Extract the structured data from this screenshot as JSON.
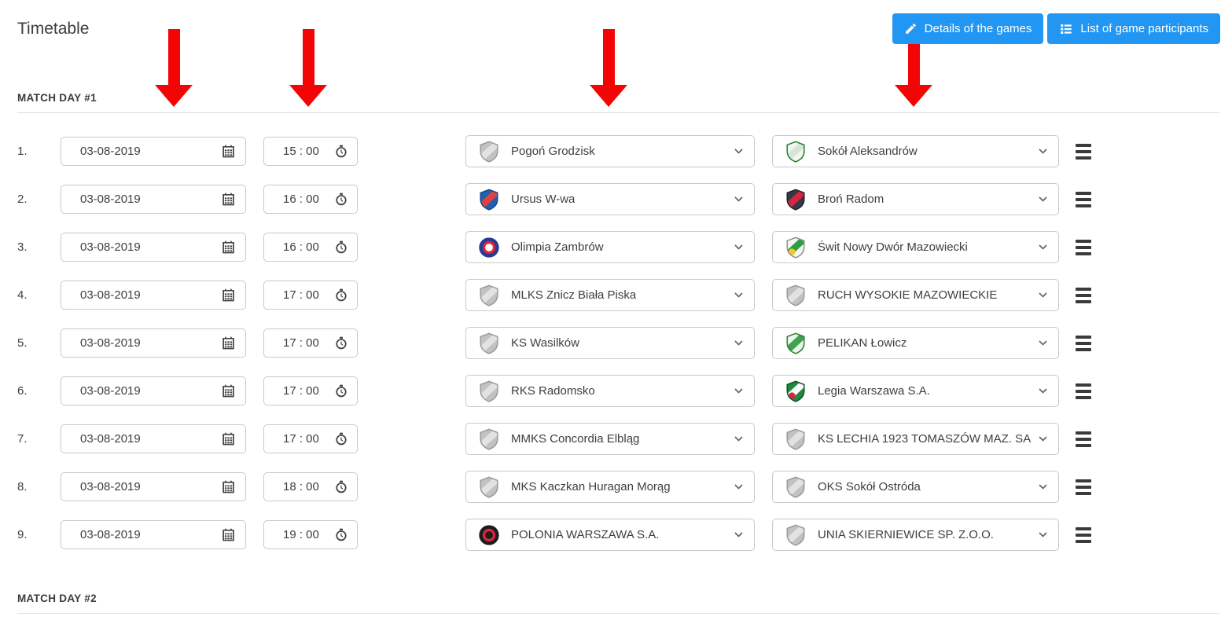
{
  "page": {
    "title": "Timetable"
  },
  "toolbar": {
    "accent_color": "#2196f3",
    "buttons": [
      {
        "label": "Details of the games",
        "icon": "pencil-icon"
      },
      {
        "label": "List of game participants",
        "icon": "list-icon"
      }
    ]
  },
  "annotations": {
    "arrow_color": "#f30505",
    "arrows": [
      {
        "points_at": "date-column"
      },
      {
        "points_at": "time-column"
      },
      {
        "points_at": "home-team-column"
      },
      {
        "points_at": "away-team-column"
      }
    ]
  },
  "sections": [
    {
      "label": "MATCH DAY #1",
      "rows": [
        {
          "num": "1.",
          "date": "03-08-2019",
          "time": "15 : 00",
          "home": {
            "name": "Pogoń Grodzisk",
            "logo": {
              "kind": "shield",
              "fill": "#c2c2c2",
              "stripe": "#e2e2e2",
              "border": "#9a9a9a"
            }
          },
          "away": {
            "name": "Sokół Aleksandrów",
            "logo": {
              "kind": "shield",
              "fill": "#f2f5f0",
              "stripe": "#d8e4d8",
              "border": "#1e7e34"
            }
          }
        },
        {
          "num": "2.",
          "date": "03-08-2019",
          "time": "16 : 00",
          "home": {
            "name": "Ursus W-wa",
            "logo": {
              "kind": "shield",
              "fill": "#1f5fae",
              "stripe": "#e0413c",
              "border": "#174a88"
            }
          },
          "away": {
            "name": "Broń Radom",
            "logo": {
              "kind": "shield",
              "fill": "#343848",
              "stripe": "#d7263d",
              "border": "#23242e"
            }
          }
        },
        {
          "num": "3.",
          "date": "03-08-2019",
          "time": "16 : 00",
          "home": {
            "name": "Olimpia Zambrów",
            "logo": {
              "kind": "circle",
              "fill": "#2b3990",
              "ring": "#d7263d",
              "center": "#ffffff"
            }
          },
          "away": {
            "name": "Świt Nowy Dwór Mazowiecki",
            "logo": {
              "kind": "shield",
              "fill": "#f7f7f2",
              "stripe": "#2f9e41",
              "border": "#8a9488",
              "accent": "#f2c72e"
            }
          }
        },
        {
          "num": "4.",
          "date": "03-08-2019",
          "time": "17 : 00",
          "home": {
            "name": "MLKS Znicz Biała Piska",
            "logo": {
              "kind": "shield",
              "fill": "#c2c2c2",
              "stripe": "#e2e2e2",
              "border": "#9a9a9a"
            }
          },
          "away": {
            "name": "RUCH WYSOKIE MAZOWIECKIE",
            "logo": {
              "kind": "shield",
              "fill": "#c2c2c2",
              "stripe": "#e2e2e2",
              "border": "#9a9a9a"
            }
          }
        },
        {
          "num": "5.",
          "date": "03-08-2019",
          "time": "17 : 00",
          "home": {
            "name": "KS Wasilków",
            "logo": {
              "kind": "shield",
              "fill": "#c2c2c2",
              "stripe": "#e2e2e2",
              "border": "#9a9a9a"
            }
          },
          "away": {
            "name": "PELIKAN Łowicz",
            "logo": {
              "kind": "shield",
              "fill": "#eaf4ea",
              "stripe": "#3fa34d",
              "border": "#2e7d32"
            }
          }
        },
        {
          "num": "6.",
          "date": "03-08-2019",
          "time": "17 : 00",
          "home": {
            "name": "RKS Radomsko",
            "logo": {
              "kind": "shield",
              "fill": "#c2c2c2",
              "stripe": "#e2e2e2",
              "border": "#9a9a9a"
            }
          },
          "away": {
            "name": "Legia Warszawa S.A.",
            "logo": {
              "kind": "shield",
              "fill": "#1d8a3d",
              "stripe": "#ffffff",
              "border": "#14502a",
              "accent": "#d7263d"
            }
          }
        },
        {
          "num": "7.",
          "date": "03-08-2019",
          "time": "17 : 00",
          "home": {
            "name": "MMKS Concordia Elbląg",
            "logo": {
              "kind": "shield",
              "fill": "#c2c2c2",
              "stripe": "#e2e2e2",
              "border": "#9a9a9a"
            }
          },
          "away": {
            "name": "KS LECHIA 1923 TOMASZÓW MAZ. SA",
            "logo": {
              "kind": "shield",
              "fill": "#c2c2c2",
              "stripe": "#e2e2e2",
              "border": "#9a9a9a"
            }
          }
        },
        {
          "num": "8.",
          "date": "03-08-2019",
          "time": "18 : 00",
          "home": {
            "name": "MKS Kaczkan Huragan Morąg",
            "logo": {
              "kind": "shield",
              "fill": "#c2c2c2",
              "stripe": "#e2e2e2",
              "border": "#9a9a9a"
            }
          },
          "away": {
            "name": "OKS Sokół Ostróda",
            "logo": {
              "kind": "shield",
              "fill": "#c2c2c2",
              "stripe": "#e2e2e2",
              "border": "#9a9a9a"
            }
          }
        },
        {
          "num": "9.",
          "date": "03-08-2019",
          "time": "19 : 00",
          "home": {
            "name": "POLONIA WARSZAWA S.A.",
            "logo": {
              "kind": "circle",
              "fill": "#1c1c1c",
              "ring": "#d7263d",
              "center": "#1c1c1c"
            }
          },
          "away": {
            "name": "UNIA SKIERNIEWICE SP. Z.O.O.",
            "logo": {
              "kind": "shield",
              "fill": "#c2c2c2",
              "stripe": "#e2e2e2",
              "border": "#9a9a9a"
            }
          }
        }
      ]
    },
    {
      "label": "MATCH DAY #2",
      "rows": []
    }
  ]
}
